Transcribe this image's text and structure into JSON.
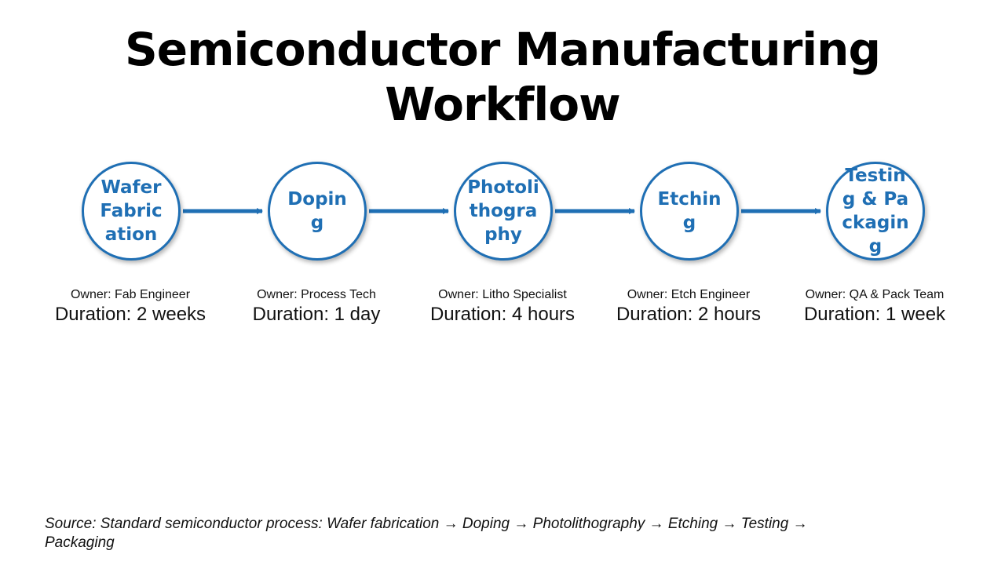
{
  "title_line1": "Semiconductor Manufacturing",
  "title_line2": "Workflow",
  "colors": {
    "accent": "#1f6fb4",
    "text": "#111111",
    "background": "#ffffff"
  },
  "steps": [
    {
      "label": "Wafer Fabrication",
      "owner": "Owner: Fab Engineer",
      "duration": "Duration: 2 weeks"
    },
    {
      "label": "Doping",
      "owner": "Owner: Process Tech",
      "duration": "Duration: 1 day"
    },
    {
      "label": "Photolithography",
      "owner": "Owner: Litho Specialist",
      "duration": "Duration: 4 hours"
    },
    {
      "label": "Etching",
      "owner": "Owner: Etch Engineer",
      "duration": "Duration: 2 hours"
    },
    {
      "label": "Testing & Packaging",
      "owner": "Owner: QA & Pack Team",
      "duration": "Duration: 1 week"
    }
  ],
  "source": "Source: Standard semiconductor process: Wafer fabrication → Doping → Photolithography → Etching → Testing → Packaging"
}
